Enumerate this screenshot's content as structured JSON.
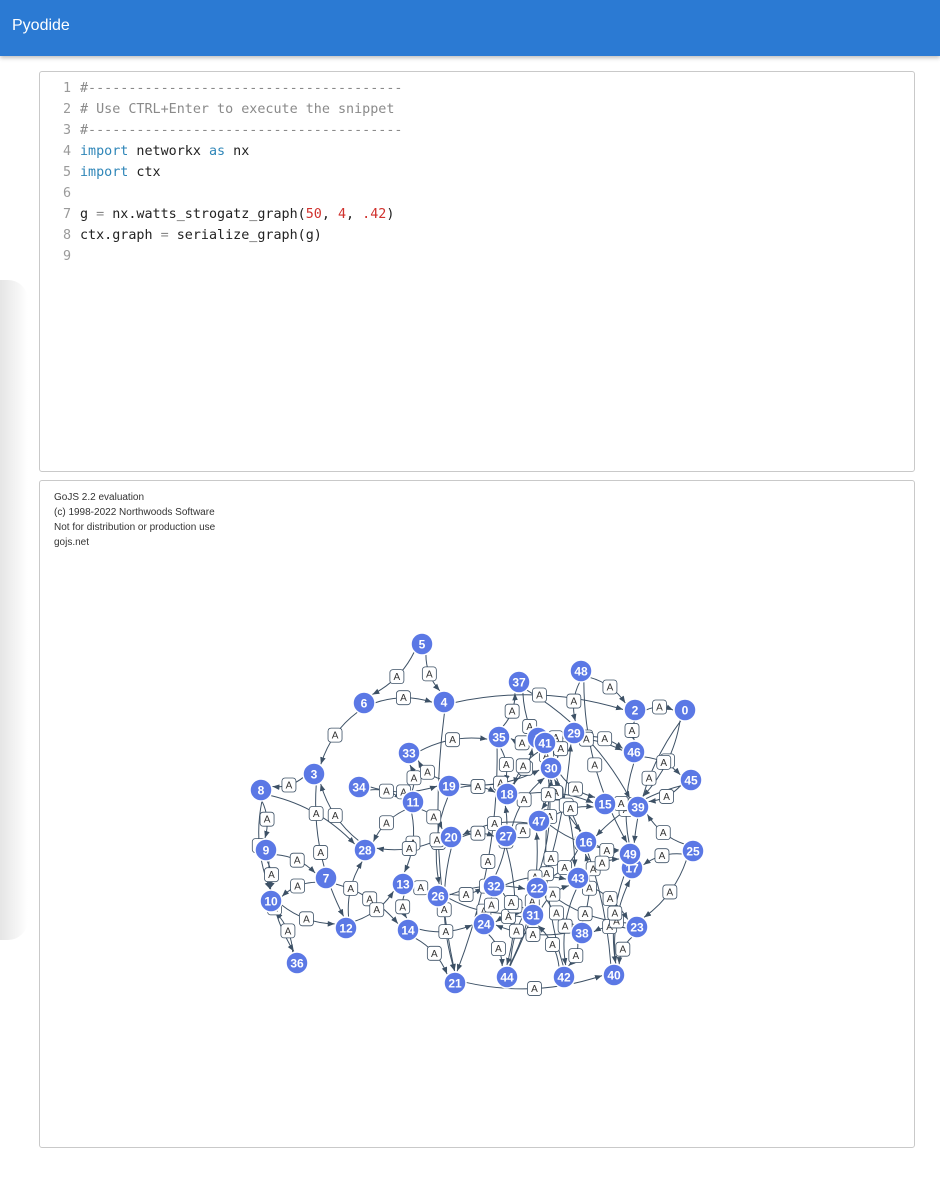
{
  "app": {
    "title": "Pyodide"
  },
  "editor": {
    "lines": [
      {
        "n": "1",
        "text": "#---------------------------------------"
      },
      {
        "n": "2",
        "text": "# Use CTRL+Enter to execute the snippet"
      },
      {
        "n": "3",
        "text": "#---------------------------------------"
      },
      {
        "n": "4",
        "text": "import networkx as nx"
      },
      {
        "n": "5",
        "text": "import ctx"
      },
      {
        "n": "6",
        "text": ""
      },
      {
        "n": "7",
        "text": "g = nx.watts_strogatz_graph(50, 4, .42)"
      },
      {
        "n": "8",
        "text": "ctx.graph = serialize_graph(g)"
      },
      {
        "n": "9",
        "text": ""
      }
    ]
  },
  "diagram": {
    "watermark": [
      "GoJS 2.2 evaluation",
      "(c) 1998-2022 Northwoods Software",
      "Not for distribution or production use",
      "gojs.net"
    ],
    "colors": {
      "node_fill": "#5b78e5",
      "node_stroke": "#ffffff",
      "link": "#3d5166",
      "label_border": "#3d5166"
    },
    "link_label": "A",
    "nodes": [
      "0",
      "1",
      "2",
      "3",
      "4",
      "5",
      "6",
      "7",
      "8",
      "9",
      "10",
      "11",
      "12",
      "13",
      "14",
      "15",
      "16",
      "17",
      "18",
      "19",
      "20",
      "21",
      "22",
      "23",
      "24",
      "25",
      "26",
      "27",
      "28",
      "29",
      "30",
      "31",
      "32",
      "33",
      "34",
      "35",
      "36",
      "37",
      "38",
      "39",
      "40",
      "41",
      "42",
      "43",
      "44",
      "45",
      "46",
      "47",
      "48",
      "49"
    ]
  }
}
